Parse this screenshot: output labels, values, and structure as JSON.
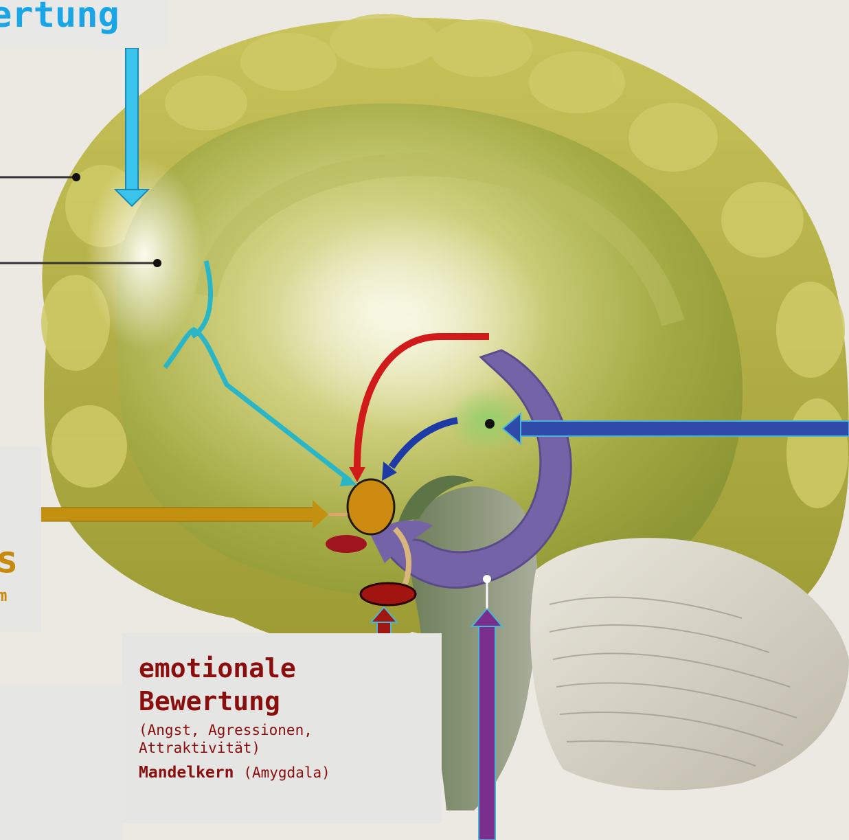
{
  "labels": {
    "top_cut": "ertung",
    "left_gold_cut": "s",
    "left_gold_small_cut": "m"
  },
  "amygdala_box": {
    "title_line1": "emotionale",
    "title_line2": "Bewertung",
    "desc_line1": "(Angst, Agressionen,",
    "desc_line2": "Attraktivität)",
    "name_bold": "Mandelkern",
    "name_plain": "(Amygdala)"
  },
  "colors": {
    "cyan_text": "#1aa6e6",
    "gold": "#c88a0c",
    "dark_red": "#8b0e0e",
    "red_arrow": "#d11a1a",
    "blue_arrow": "#1e3aa6",
    "teal_line": "#2bb6c8",
    "purple": "#7a2f8c",
    "brain_olive": "#9aa23c",
    "hippocampus_purple": "#6e5a9a",
    "cerebellum_grey": "#d8d6cc"
  }
}
